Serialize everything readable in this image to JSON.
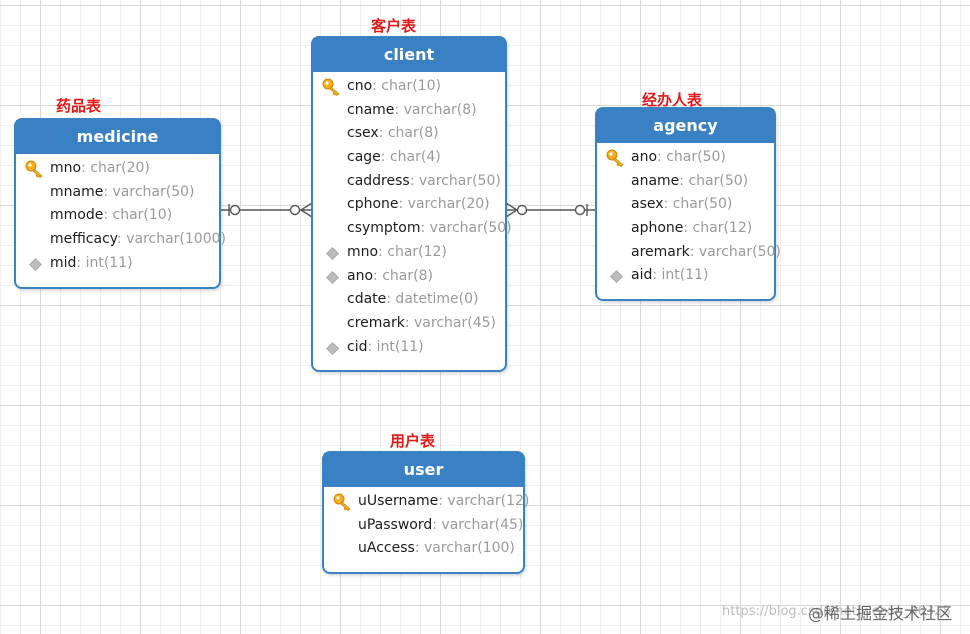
{
  "captions": {
    "client": "客户表",
    "medicine": "药品表",
    "agency": "经办人表",
    "user": "用户表"
  },
  "tables": {
    "client": {
      "title": "client",
      "fields": [
        {
          "name": "cno",
          "type": ": char(10)",
          "key": "pk"
        },
        {
          "name": "cname",
          "type": ": varchar(8)",
          "key": ""
        },
        {
          "name": "csex",
          "type": ": char(8)",
          "key": ""
        },
        {
          "name": "cage",
          "type": ": char(4)",
          "key": ""
        },
        {
          "name": "caddress",
          "type": ": varchar(50)",
          "key": ""
        },
        {
          "name": "cphone",
          "type": ": varchar(20)",
          "key": ""
        },
        {
          "name": "csymptom",
          "type": ": varchar(50)",
          "key": ""
        },
        {
          "name": "mno",
          "type": ": char(12)",
          "key": "fk"
        },
        {
          "name": "ano",
          "type": ": char(8)",
          "key": "fk"
        },
        {
          "name": "cdate",
          "type": ": datetime(0)",
          "key": ""
        },
        {
          "name": "cremark",
          "type": ": varchar(45)",
          "key": ""
        },
        {
          "name": "cid",
          "type": ": int(11)",
          "key": "fk"
        }
      ]
    },
    "medicine": {
      "title": "medicine",
      "fields": [
        {
          "name": "mno",
          "type": ": char(20)",
          "key": "pk"
        },
        {
          "name": "mname",
          "type": ": varchar(50)",
          "key": ""
        },
        {
          "name": "mmode",
          "type": ": char(10)",
          "key": ""
        },
        {
          "name": "mefficacy",
          "type": ": varchar(1000)",
          "key": ""
        },
        {
          "name": "mid",
          "type": ": int(11)",
          "key": "fk"
        }
      ]
    },
    "agency": {
      "title": "agency",
      "fields": [
        {
          "name": "ano",
          "type": ": char(50)",
          "key": "pk"
        },
        {
          "name": "aname",
          "type": ": char(50)",
          "key": ""
        },
        {
          "name": "asex",
          "type": ": char(50)",
          "key": ""
        },
        {
          "name": "aphone",
          "type": ": char(12)",
          "key": ""
        },
        {
          "name": "aremark",
          "type": ": varchar(50)",
          "key": ""
        },
        {
          "name": "aid",
          "type": ": int(11)",
          "key": "fk"
        }
      ]
    },
    "user": {
      "title": "user",
      "fields": [
        {
          "name": "uUsername",
          "type": ": varchar(12)",
          "key": "pk"
        },
        {
          "name": "uPassword",
          "type": ": varchar(45)",
          "key": ""
        },
        {
          "name": "uAccess",
          "type": ": varchar(100)",
          "key": ""
        }
      ]
    }
  },
  "watermark": {
    "text": "@稀土掘金技术社区",
    "url": "https://blog.csdn.net/weixin_46328"
  },
  "colors": {
    "header": "#3a81c3",
    "border": "#3b82c4",
    "caption": "#e21a1a",
    "key": "#f2b01e",
    "connector": "#555555"
  }
}
